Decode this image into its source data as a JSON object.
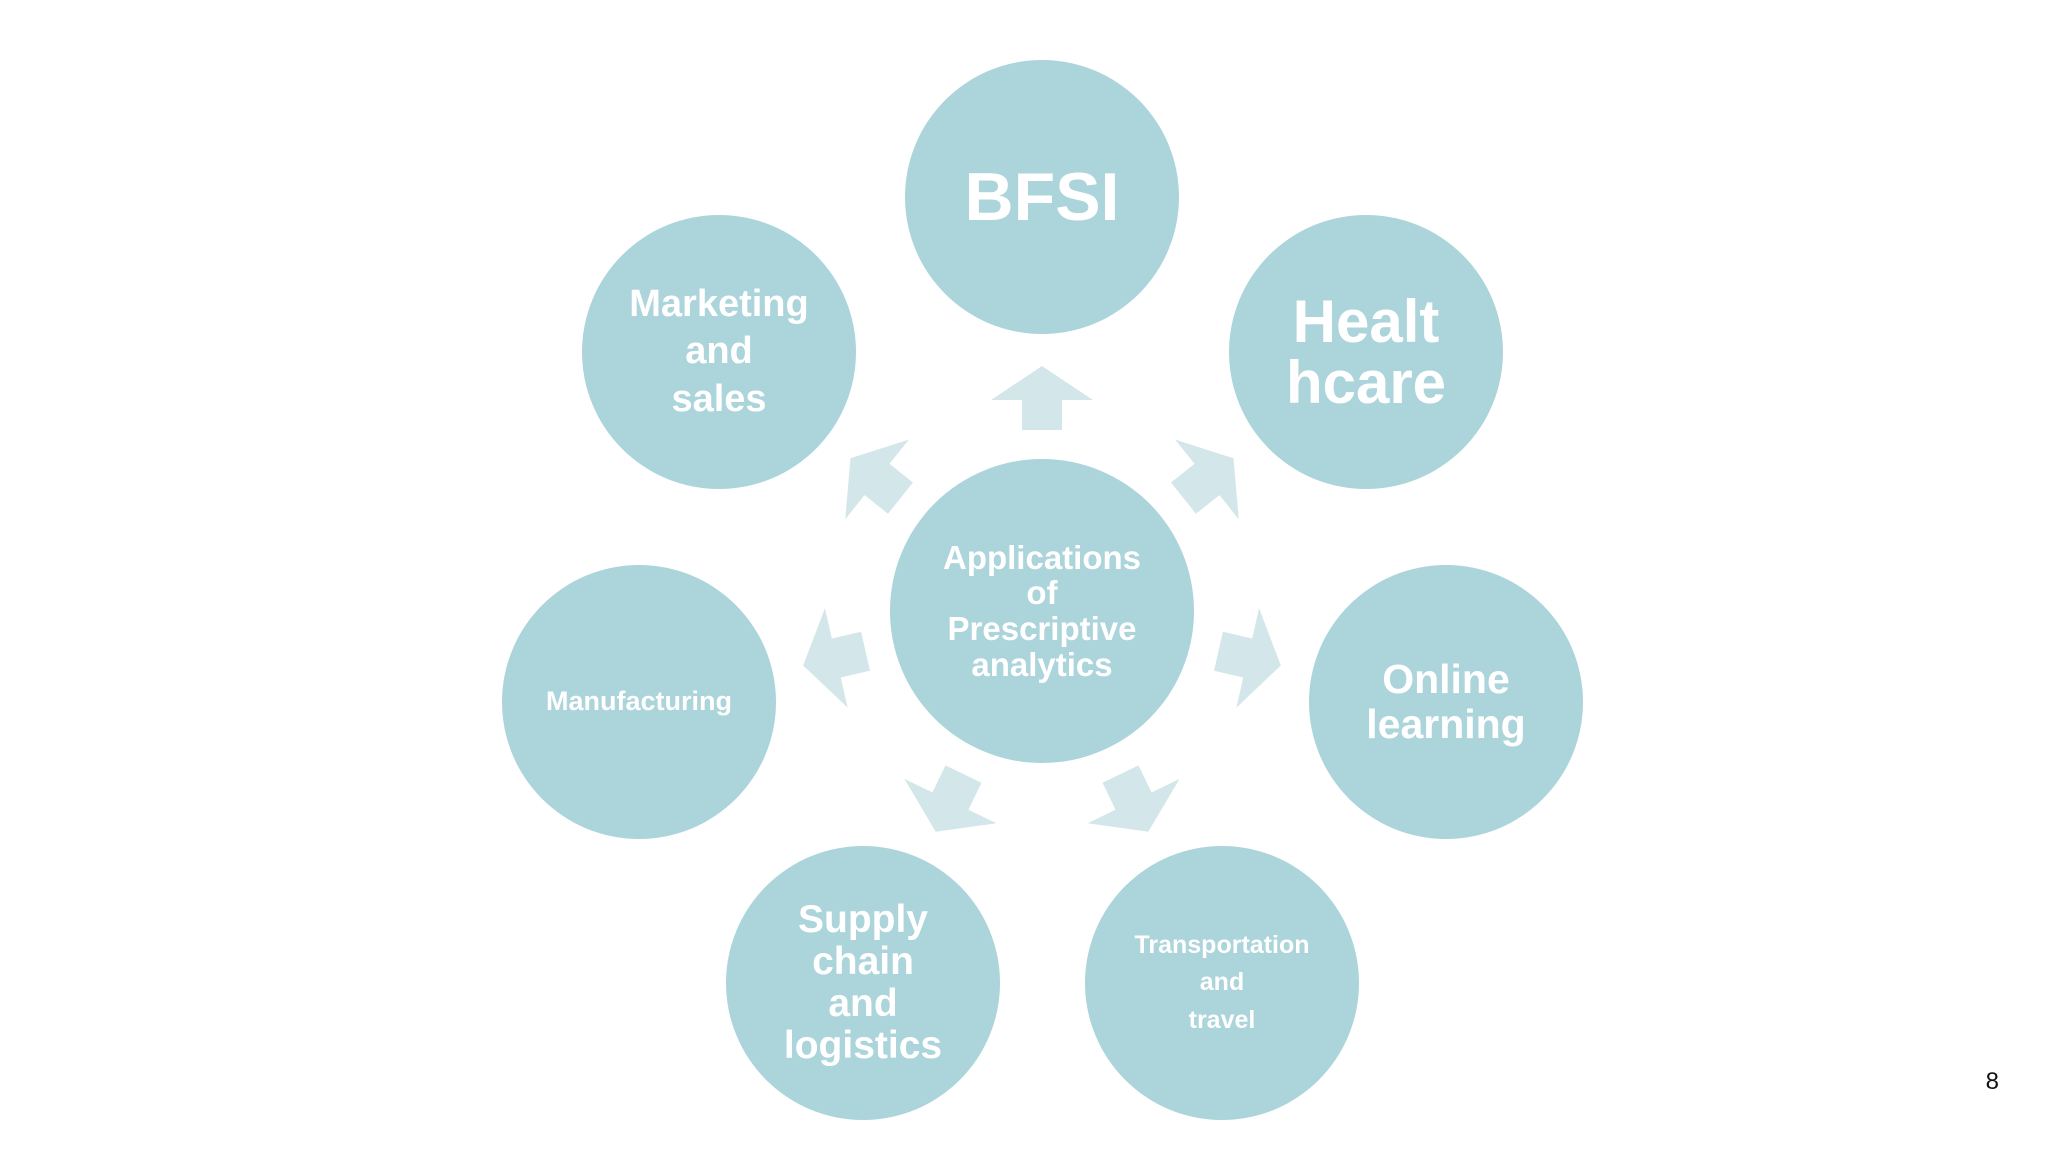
{
  "diagram": {
    "center": "Applications\nof\nPrescriptive\nanalytics",
    "nodes": {
      "bfsi": "BFSI",
      "healthcare": "Healt\nhcare",
      "online_learning": "Online\nlearning",
      "transportation": "Transportation\nand\ntravel",
      "supply_chain": "Supply\nchain\nand\nlogistics",
      "manufacturing": "Manufacturing",
      "marketing": "Marketing\nand\nsales"
    }
  },
  "page_number": "8",
  "colors": {
    "circle_fill": "#acd4db",
    "arrow_fill": "#d3e7ea",
    "text": "#ffffff"
  }
}
